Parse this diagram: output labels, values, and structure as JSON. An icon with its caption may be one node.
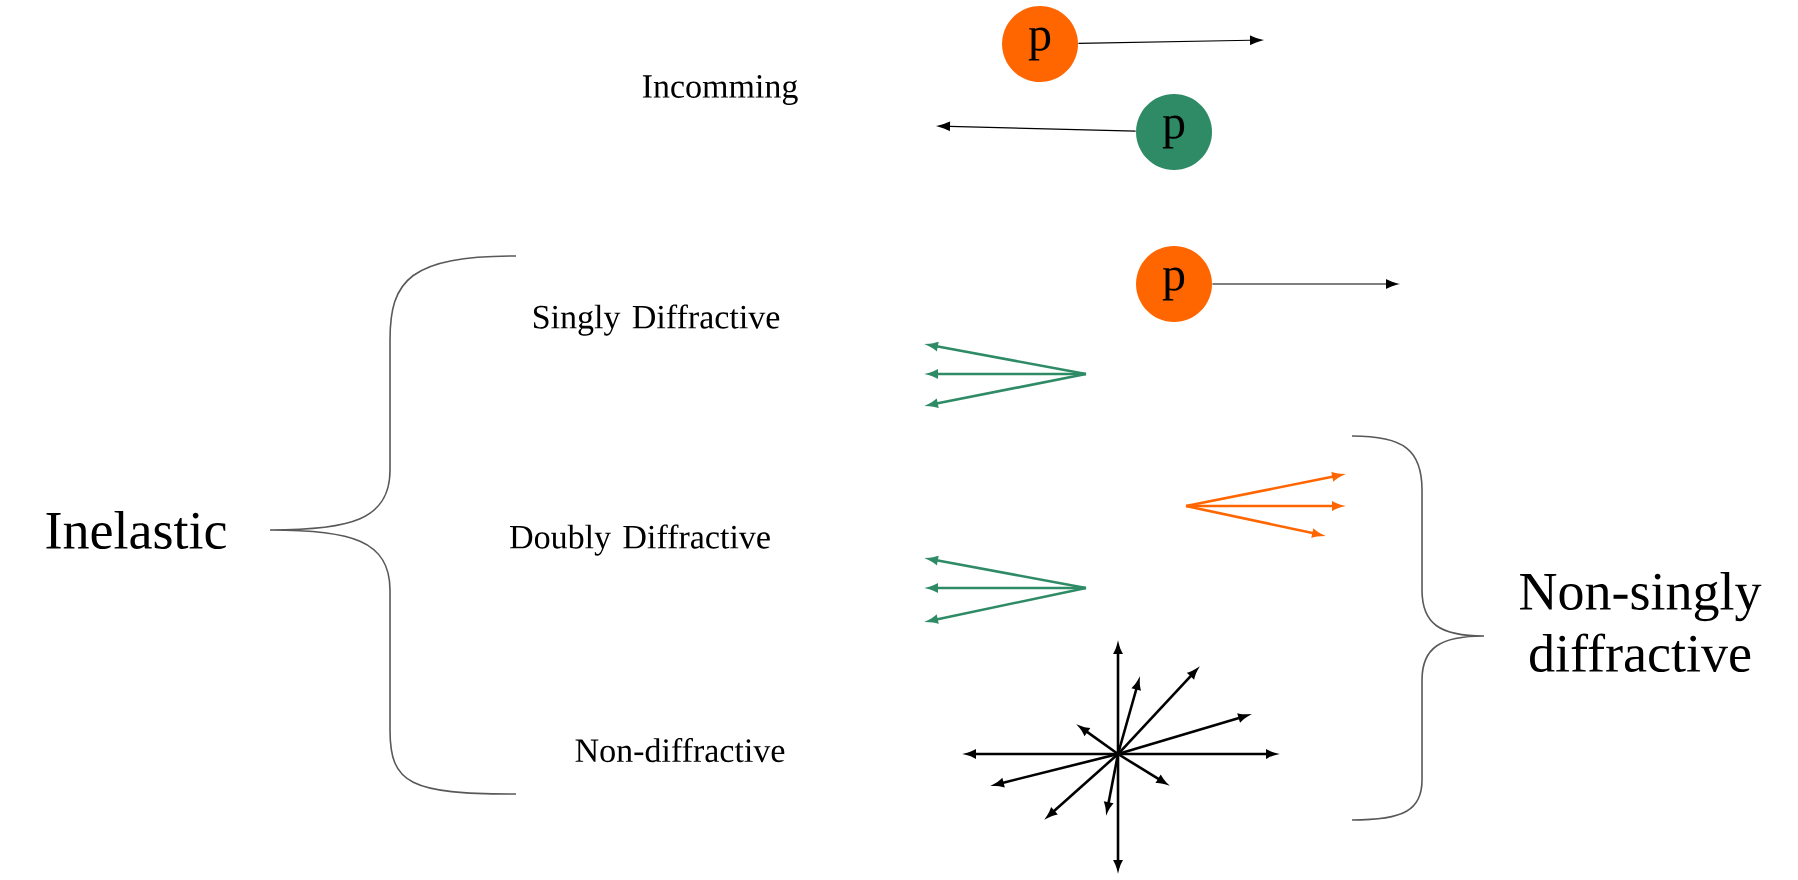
{
  "diagram": {
    "nodes": [
      {
        "text": [
          "p"
        ]
      },
      {
        "text": [
          "p"
        ]
      },
      {
        "text": [
          "p"
        ]
      }
    ],
    "edges": [
      {
        "from": 0,
        "to": null,
        "arrow": "to"
      },
      {
        "from": 1,
        "to": null,
        "arrow": "to"
      },
      {
        "from": 2,
        "to": null,
        "arrow": "to"
      }
    ],
    "labels": [
      "Incomming",
      "Singly Diffractive",
      "Inelastic",
      "Doubly Diffractive",
      "Non-singly diffractive",
      "Non-diffractive"
    ]
  }
}
